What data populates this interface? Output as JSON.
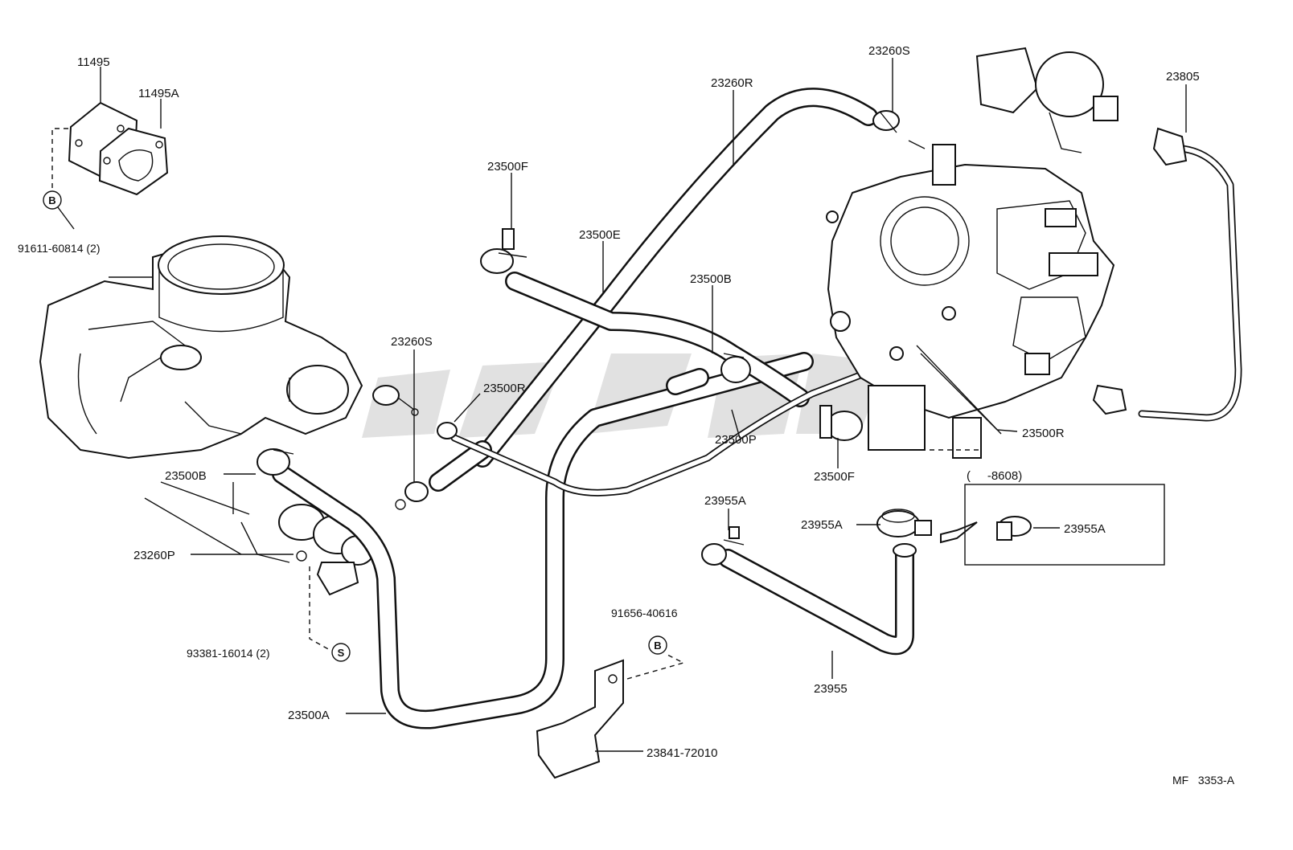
{
  "labels": {
    "l_11495": "11495",
    "l_11495A": "11495A",
    "l_91611": "91611-60814 (2)",
    "l_23260R": "23260R",
    "l_23260S_top": "23260S",
    "l_23805": "23805",
    "l_23500F_top": "23500F",
    "l_23500E": "23500E",
    "l_23500B_mid": "23500B",
    "l_23260S_mid": "23260S",
    "l_23500R_mid": "23500R",
    "l_23500R_right": "23500R",
    "l_23500P": "23500P",
    "l_23500F_bottom": "23500F",
    "l_23500B_left": "23500B",
    "l_23260P": "23260P",
    "l_93381": "93381-16014 (2)",
    "l_23500A": "23500A",
    "l_91656": "91656-40616",
    "l_23841": "23841-72010",
    "l_23955A_top": "23955A",
    "l_23955A_mid": "23955A",
    "l_23955A_box": "23955A",
    "l_23955": "23955",
    "l_8608": "(     -8608)"
  },
  "symbols": {
    "b_upper": "B",
    "b_lower": "B",
    "s_lower": "S"
  },
  "figure_code": "MF   3353-A"
}
